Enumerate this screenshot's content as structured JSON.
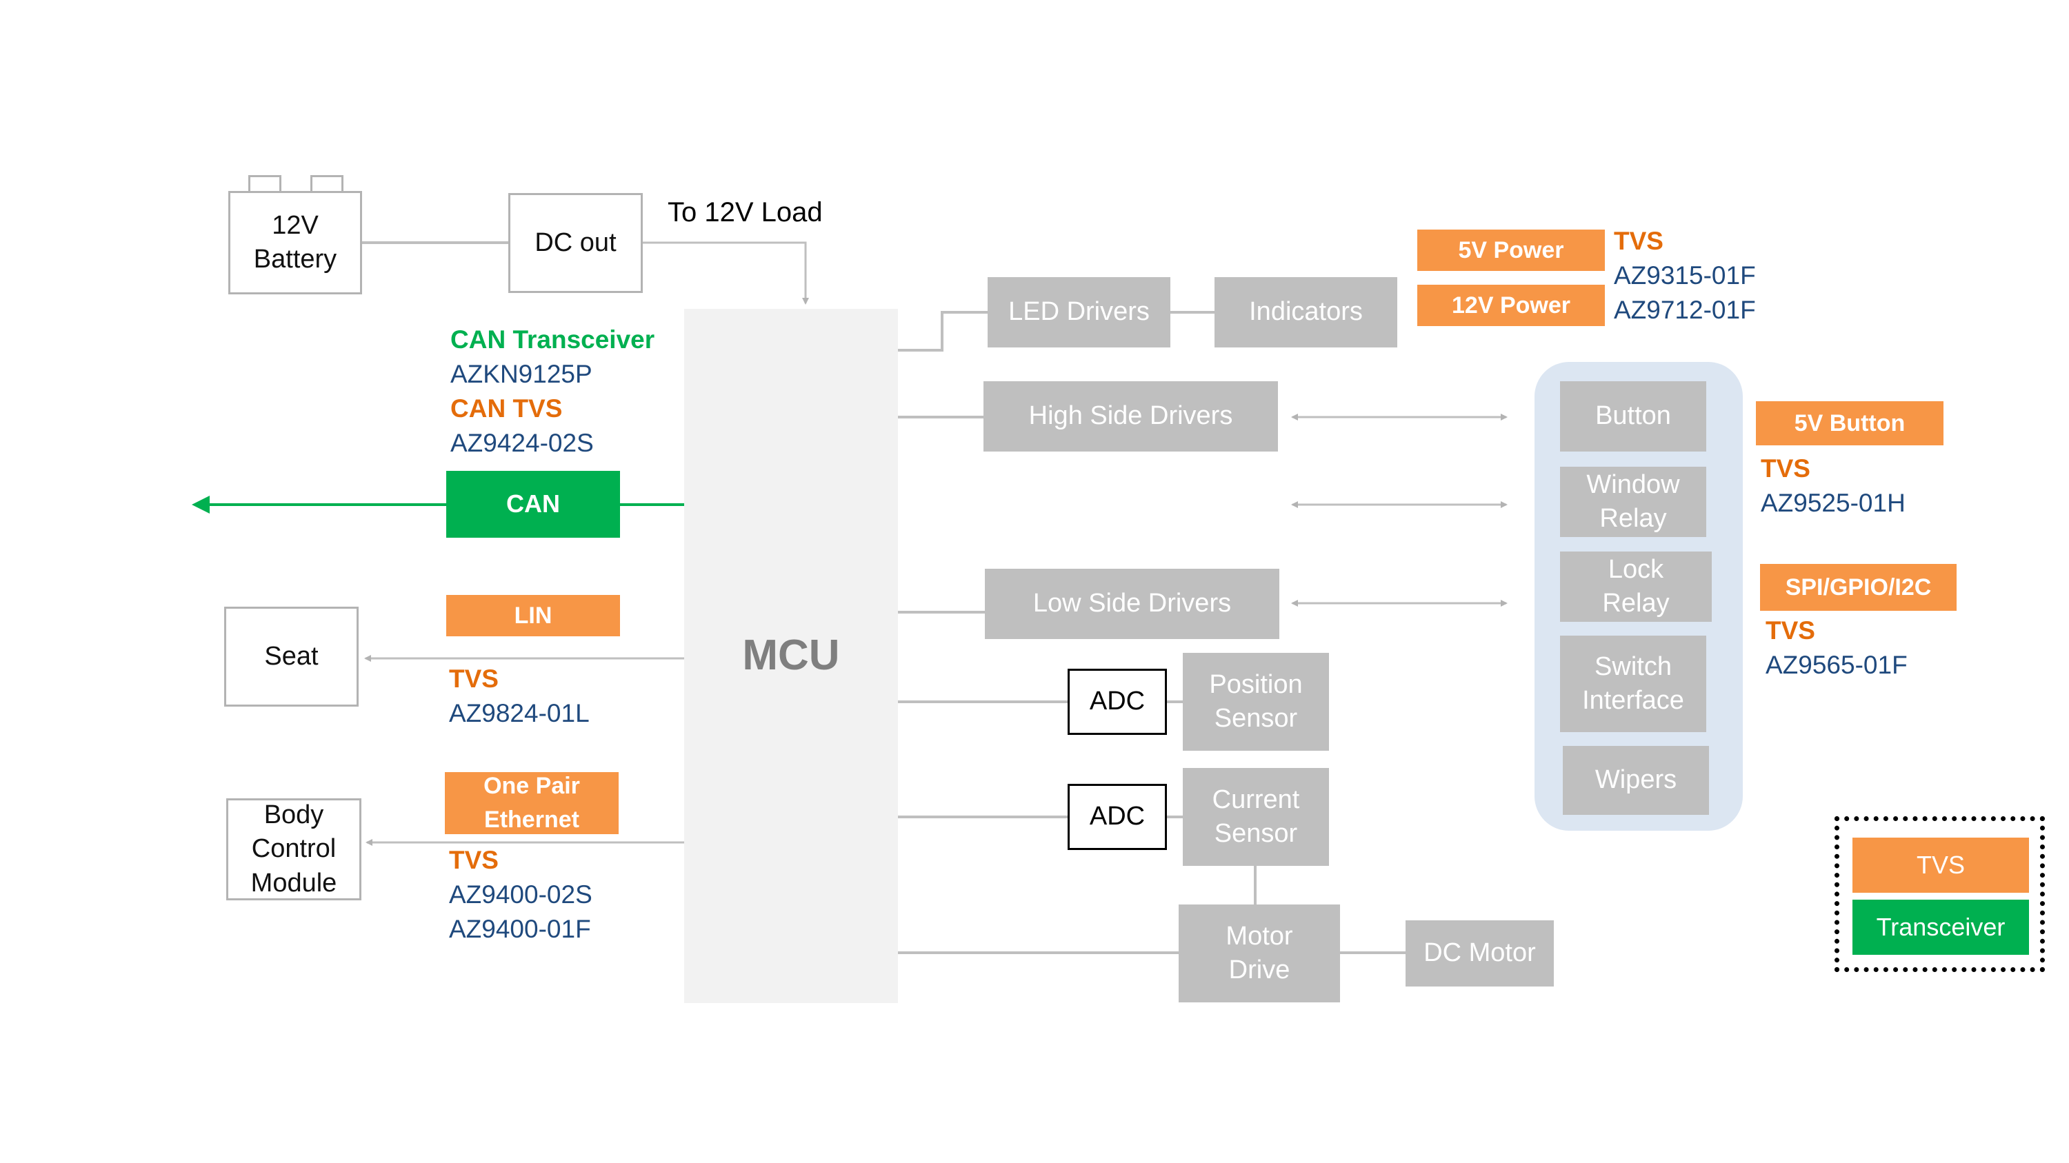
{
  "battery": {
    "line1": "12V",
    "line2": "Battery"
  },
  "dc_out": "DC out",
  "to_load": "To 12V Load",
  "mcu": "MCU",
  "can_labels": {
    "transceiver_title": "CAN Transceiver",
    "transceiver_part": "AZKN9125P",
    "tvs_title": "CAN TVS",
    "tvs_part": "AZ9424-02S"
  },
  "can": "CAN",
  "lin": "LIN",
  "lin_labels": {
    "tvs": "TVS",
    "part": "AZ9824-01L"
  },
  "seat": "Seat",
  "ethernet": {
    "line1": "One Pair",
    "line2": "Ethernet"
  },
  "ethernet_labels": {
    "tvs": "TVS",
    "part1": "AZ9400-02S",
    "part2": "AZ9400-01F"
  },
  "bcm": {
    "line1": "Body",
    "line2": "Control",
    "line3": "Module"
  },
  "led_drivers": "LED Drivers",
  "indicators": "Indicators",
  "high_side": "High Side Drivers",
  "low_side": "Low Side Drivers",
  "adc1": "ADC",
  "adc2": "ADC",
  "position_sensor": {
    "line1": "Position",
    "line2": "Sensor"
  },
  "current_sensor": {
    "line1": "Current",
    "line2": "Sensor"
  },
  "motor_drive": {
    "line1": "Motor",
    "line2": "Drive"
  },
  "dc_motor": "DC Motor",
  "power": {
    "five_v": "5V Power",
    "twelve_v": "12V Power",
    "tvs": "TVS",
    "part1": "AZ9315-01F",
    "part2": "AZ9712-01F"
  },
  "peripherals": {
    "button": "Button",
    "window_relay": {
      "line1": "Window",
      "line2": "Relay"
    },
    "lock_relay": {
      "line1": "Lock",
      "line2": "Relay"
    },
    "switch_interface": {
      "line1": "Switch",
      "line2": "Interface"
    },
    "wipers": "Wipers"
  },
  "button_tvs": {
    "tag": "5V Button",
    "tvs": "TVS",
    "part": "AZ9525-01H"
  },
  "spi_tvs": {
    "tag": "SPI/GPIO/I2C",
    "tvs": "TVS",
    "part": "AZ9565-01F"
  },
  "legend": {
    "tvs": "TVS",
    "transceiver": "Transceiver"
  },
  "colors": {
    "tvs_orange": "#f79646",
    "transceiver_green": "#00b050",
    "block_gray": "#bfbfbf",
    "group_blue": "#dce6f2",
    "part_blue": "#1f497d"
  }
}
